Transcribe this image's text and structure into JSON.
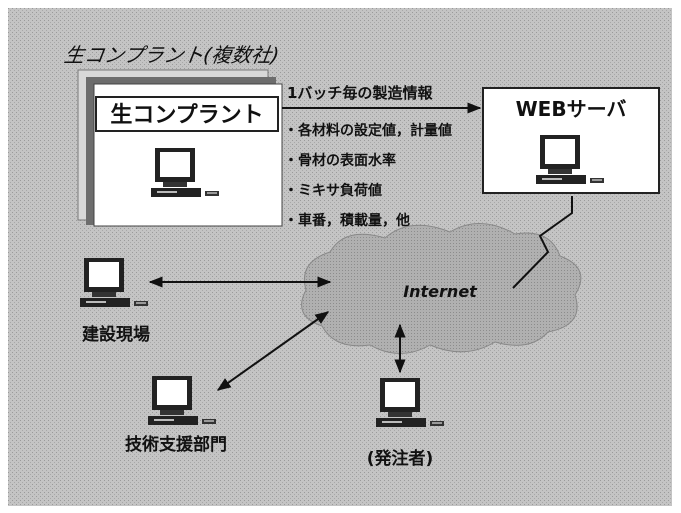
{
  "title": "生コンプラント(複数社)",
  "plant": {
    "label": "生コンプラント"
  },
  "flow": {
    "label": "1バッチ毎の製造情報",
    "items": [
      "・各材料の設定値，計量値",
      "・骨材の表面水率",
      "・ミキサ負荷値",
      "・車番，積載量，他"
    ]
  },
  "server": {
    "label": "WEBサーバ"
  },
  "network": {
    "label": "Internet"
  },
  "nodes": {
    "site": "建設現場",
    "support": "技術支援部門",
    "client": "(発注者)"
  },
  "colors": {
    "background_texture": "#b9b9b9",
    "panel": "#ffffff",
    "cloud": "#a7a7a7",
    "ink": "#111111"
  }
}
